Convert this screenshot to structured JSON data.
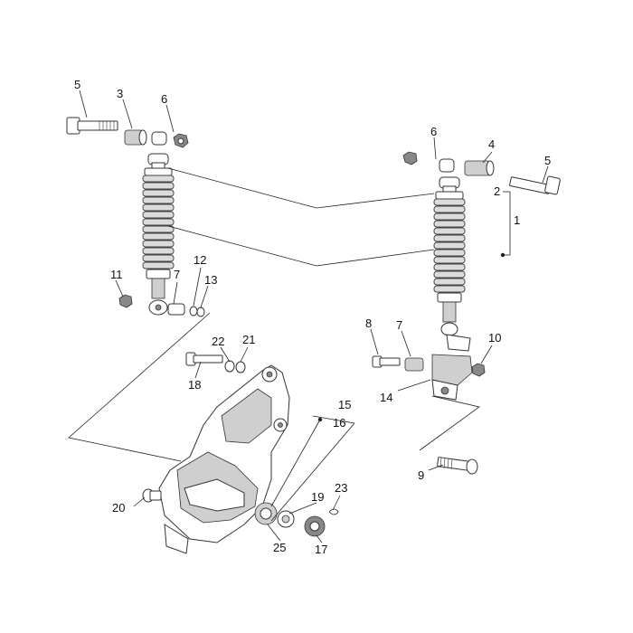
{
  "diagram": {
    "labels": {
      "l1": "1",
      "l2": "2",
      "l3": "3",
      "l4": "4",
      "l5a": "5",
      "l5b": "5",
      "l6a": "6",
      "l6b": "6",
      "l7a": "7",
      "l7b": "7",
      "l8": "8",
      "l9": "9",
      "l10": "10",
      "l11": "11",
      "l12": "12",
      "l13": "13",
      "l14": "14",
      "l15": "15",
      "l16": "16",
      "l17": "17",
      "l18": "18",
      "l19": "19",
      "l20": "20",
      "l21": "21",
      "l22": "22",
      "l23": "23",
      "l25": "25"
    }
  }
}
